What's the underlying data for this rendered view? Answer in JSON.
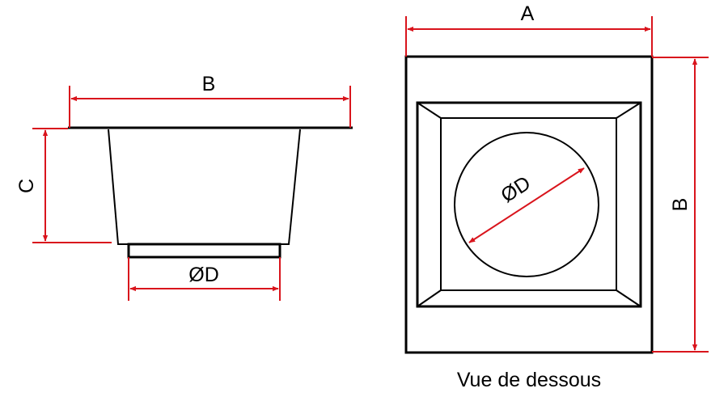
{
  "side_view": {
    "label_width": "B",
    "label_height": "C",
    "label_diameter": "ØD"
  },
  "bottom_view": {
    "label_width": "A",
    "label_height": "B",
    "label_diameter": "ØD",
    "caption": "Vue de dessous"
  },
  "colors": {
    "dimension_lines": "#d9141c",
    "outline": "#000000"
  }
}
